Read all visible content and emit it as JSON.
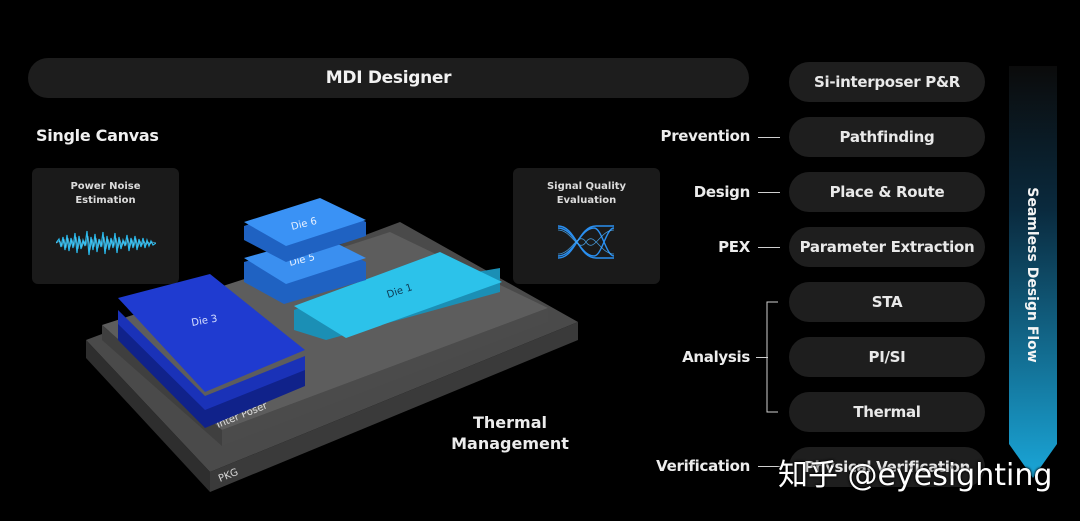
{
  "header": {
    "title": "MDI Designer"
  },
  "canvas": {
    "label": "Single Canvas",
    "power_widget": {
      "title": "Power Noise\nEstimation"
    },
    "signal_widget": {
      "title": "Signal Quality\nEvaluation"
    },
    "dies": {
      "die6": "Die 6",
      "die5": "Die 5",
      "die1": "Die 1",
      "die3": "Die 3"
    },
    "interposer_label": "Inter Poser",
    "pkg_label": "PKG",
    "thermal_label": "Thermal\nManagement"
  },
  "flow": {
    "steps": [
      {
        "stage": "",
        "label": "Si-interposer P&R"
      },
      {
        "stage": "Prevention",
        "label": "Pathfinding"
      },
      {
        "stage": "Design",
        "label": "Place & Route"
      },
      {
        "stage": "PEX",
        "label": "Parameter Extraction"
      },
      {
        "stage": "",
        "label": "STA"
      },
      {
        "stage": "Analysis",
        "label": "PI/SI"
      },
      {
        "stage": "",
        "label": "Thermal"
      },
      {
        "stage": "Verification",
        "label": "Physical Verification"
      }
    ],
    "arrow_label": "Seamless Design Flow"
  },
  "watermark": "知乎 @eyesighting",
  "colors": {
    "background": "#000000",
    "pill": "#1e1e1e",
    "die_blue": "#2f7fe0",
    "die_dark": "#1a2fc0",
    "die_cyan": "#27b6e0",
    "arrow": "#1aa6d8"
  }
}
